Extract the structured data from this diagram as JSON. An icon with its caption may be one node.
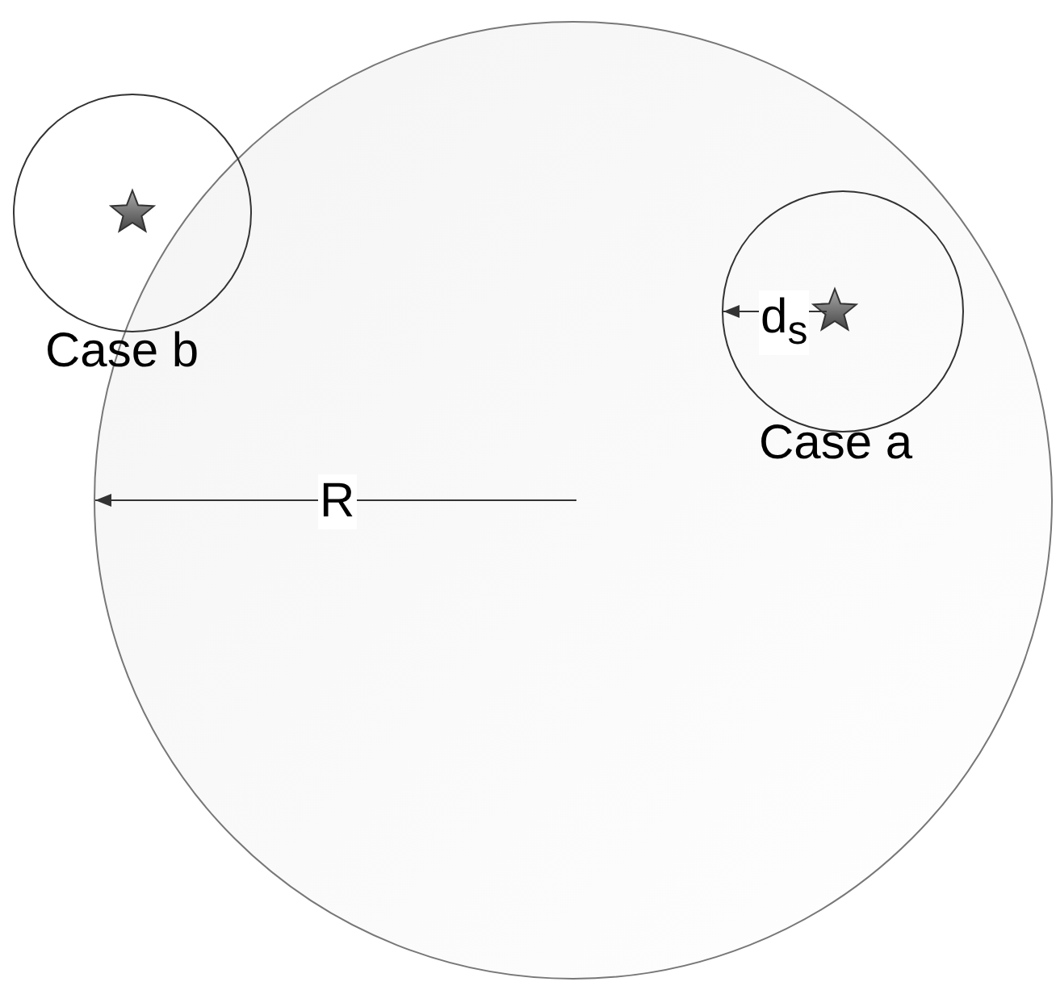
{
  "diagram": {
    "nodes": [
      {
        "text": [],
        "shape": "circle"
      },
      {
        "text": [],
        "shape": "circle",
        "beside": [
          "Case b"
        ]
      },
      {
        "text": [],
        "shape": "circle",
        "in": 0,
        "beside": [
          "Case a"
        ]
      }
    ],
    "labels": [
      "d$_{s}$",
      "R"
    ]
  }
}
